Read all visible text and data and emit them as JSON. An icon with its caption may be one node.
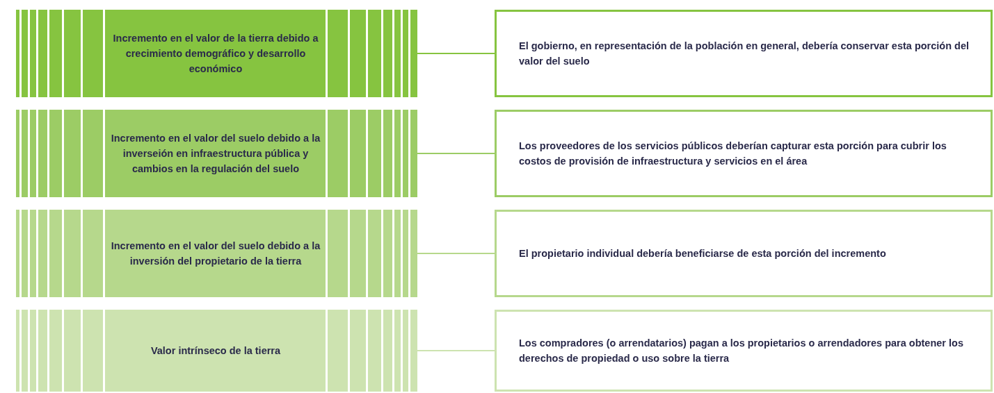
{
  "diagram": {
    "nodes": [
      {
        "text": [
          "Incremento en el valor de la tierra debido a crecimiento demográfico y desarrollo económico"
        ]
      },
      {
        "text": [
          "El gobierno, en representación de la población en general, debería conservar esta porción del valor del suelo"
        ]
      },
      {
        "text": [
          "Incremento en el valor del suelo debido a la inverseión en infraestructura pública y cambios en la regulación del suelo"
        ]
      },
      {
        "text": [
          "Los proveedores de los servicios públicos deberían capturar esta porción para cubrir los costos de provisión de infraestructura y servicios en el área"
        ]
      },
      {
        "text": [
          "Incremento en el valor del suelo debido a la inversión del propietario de la tierra"
        ]
      },
      {
        "text": [
          "El propietario individual debería beneficiarse de esta porción del incremento"
        ]
      },
      {
        "text": [
          "Valor intrínseco de la tierra"
        ]
      },
      {
        "text": [
          "Los compradores (o arrendatarios) pagan a los propietarios o arrendadores para obtener los derechos de propiedad o uso sobre la tierra"
        ]
      }
    ],
    "edges": [
      {
        "from": 0,
        "to": 1,
        "arrow": "none",
        "color": "#86c440"
      },
      {
        "from": 2,
        "to": 3,
        "arrow": "none",
        "color": "#9ccc65"
      },
      {
        "from": 4,
        "to": 5,
        "arrow": "none",
        "color": "#b6d88c"
      },
      {
        "from": 6,
        "to": 7,
        "arrow": "none",
        "color": "#cde3b0"
      }
    ]
  }
}
